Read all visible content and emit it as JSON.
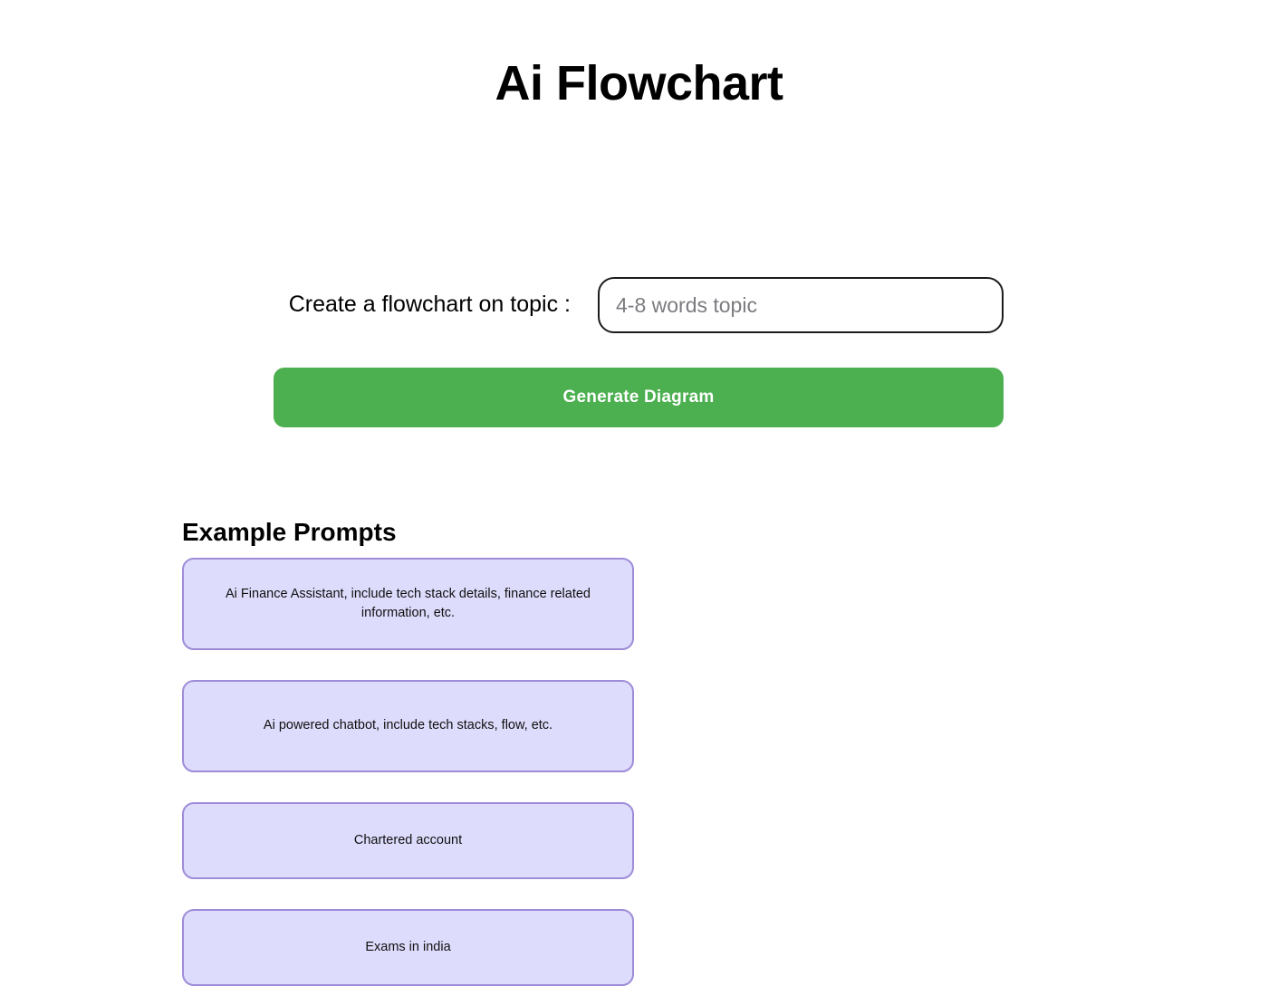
{
  "page": {
    "title": "Ai Flowchart"
  },
  "form": {
    "topic_label": "Create a flowchart on topic :",
    "topic_value": "",
    "topic_placeholder": "4-8 words topic",
    "generate_label": "Generate Diagram"
  },
  "examples": {
    "heading": "Example Prompts",
    "cards": [
      {
        "text": "Ai Finance Assistant, include tech stack details, finance related information, etc."
      },
      {
        "text": "Ai powered chatbot, include tech stacks, flow, etc."
      },
      {
        "text": "Chartered account"
      },
      {
        "text": "Exams in india"
      }
    ]
  },
  "colors": {
    "background": "#ffffff",
    "text": "#000000",
    "button_green": "#4CAF50",
    "button_text": "#ffffff",
    "card_fill": "#DEDCFC",
    "card_border": "#9F8CD8",
    "input_border": "#1c1c1c",
    "placeholder_text": "#7b7b80"
  }
}
